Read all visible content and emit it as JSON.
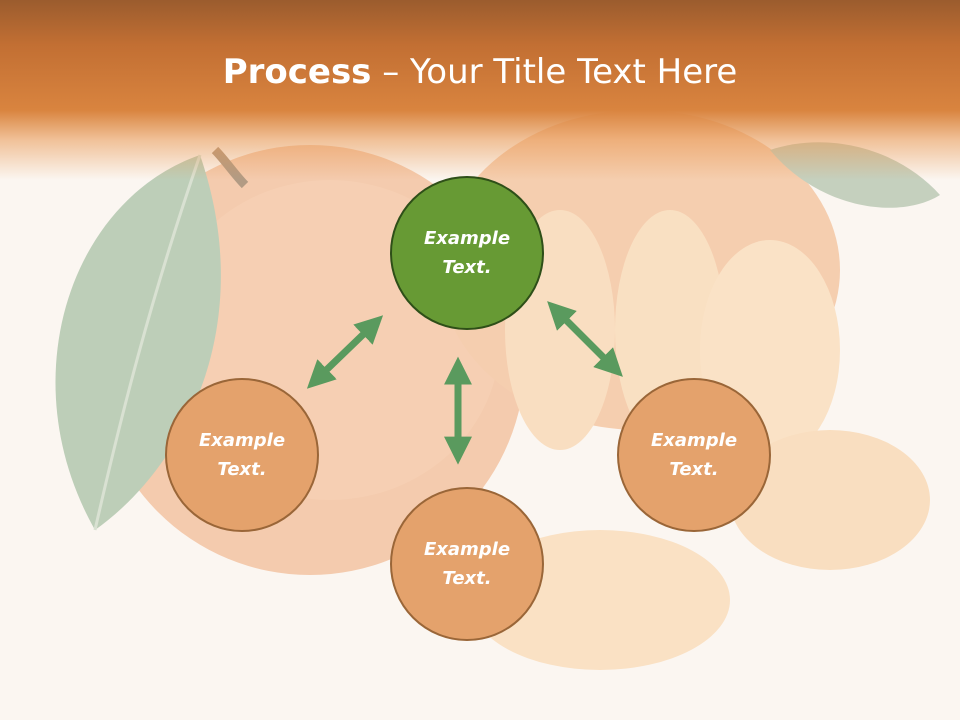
{
  "slide": {
    "title_bold": "Process",
    "title_rest": " – Your Title Text Here"
  },
  "nodes": [
    {
      "label": "Example Text.",
      "color": "#679a34",
      "role": "top"
    },
    {
      "label": "Example Text.",
      "color": "#e4a26c",
      "role": "left"
    },
    {
      "label": "Example Text.",
      "color": "#e4a26c",
      "role": "bottom"
    },
    {
      "label": "Example Text.",
      "color": "#e4a26c",
      "role": "right"
    }
  ],
  "colors": {
    "header": "#c26f33",
    "arrow": "#5a9a5e",
    "center_node": "#679a34",
    "outer_node": "#e4a26c"
  }
}
